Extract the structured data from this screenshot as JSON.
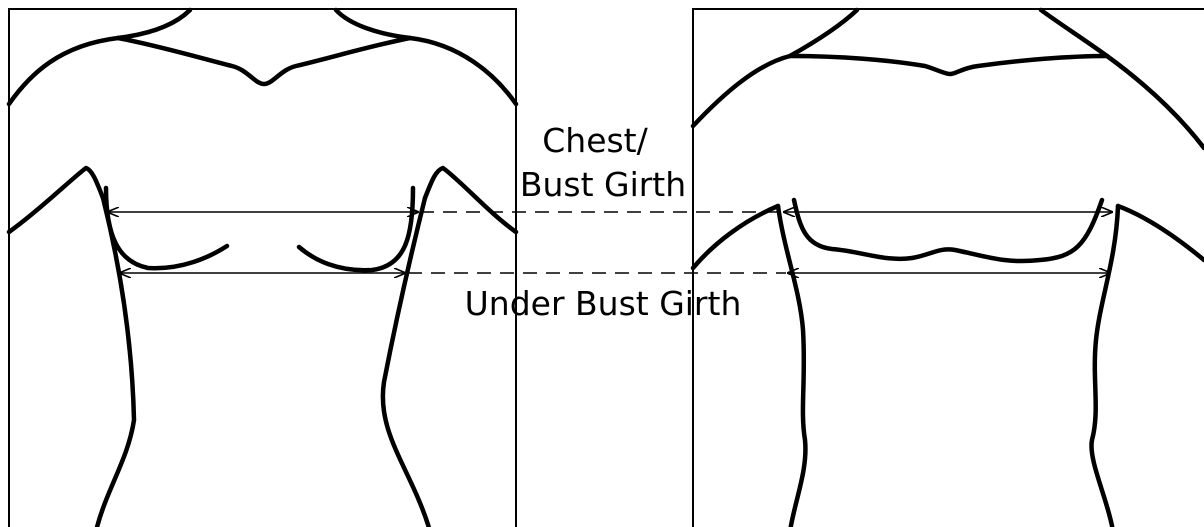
{
  "labels": {
    "chest_bust_line1": "Chest/",
    "chest_bust_line2": "Bust Girth",
    "under_bust": "Under Bust Girth"
  },
  "colors": {
    "stroke": "#000000",
    "background": "#ffffff"
  },
  "panels": [
    {
      "name": "female-torso"
    },
    {
      "name": "male-torso"
    }
  ]
}
